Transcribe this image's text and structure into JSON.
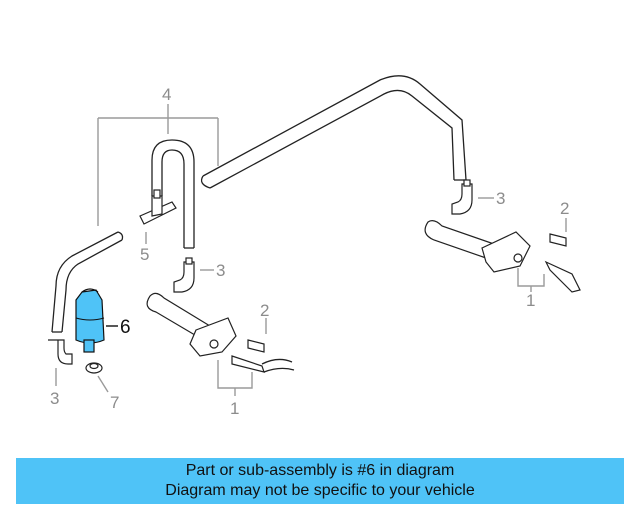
{
  "diagram": {
    "callouts": {
      "c4": "4",
      "c3_top": "3",
      "c3_mid": "3",
      "c3_bottom": "3",
      "c5": "5",
      "c2_right": "2",
      "c2_mid": "2",
      "c1_right": "1",
      "c1_mid": "1",
      "c6": "6",
      "c7": "7"
    },
    "highlight_part": "6",
    "colors": {
      "highlight": "#4fc3f7",
      "callout_line": "#9a9a9a",
      "outline": "#222222"
    }
  },
  "banner": {
    "line1": "Part or sub-assembly is #6 in diagram",
    "line2": "Diagram may not be specific to your vehicle"
  }
}
